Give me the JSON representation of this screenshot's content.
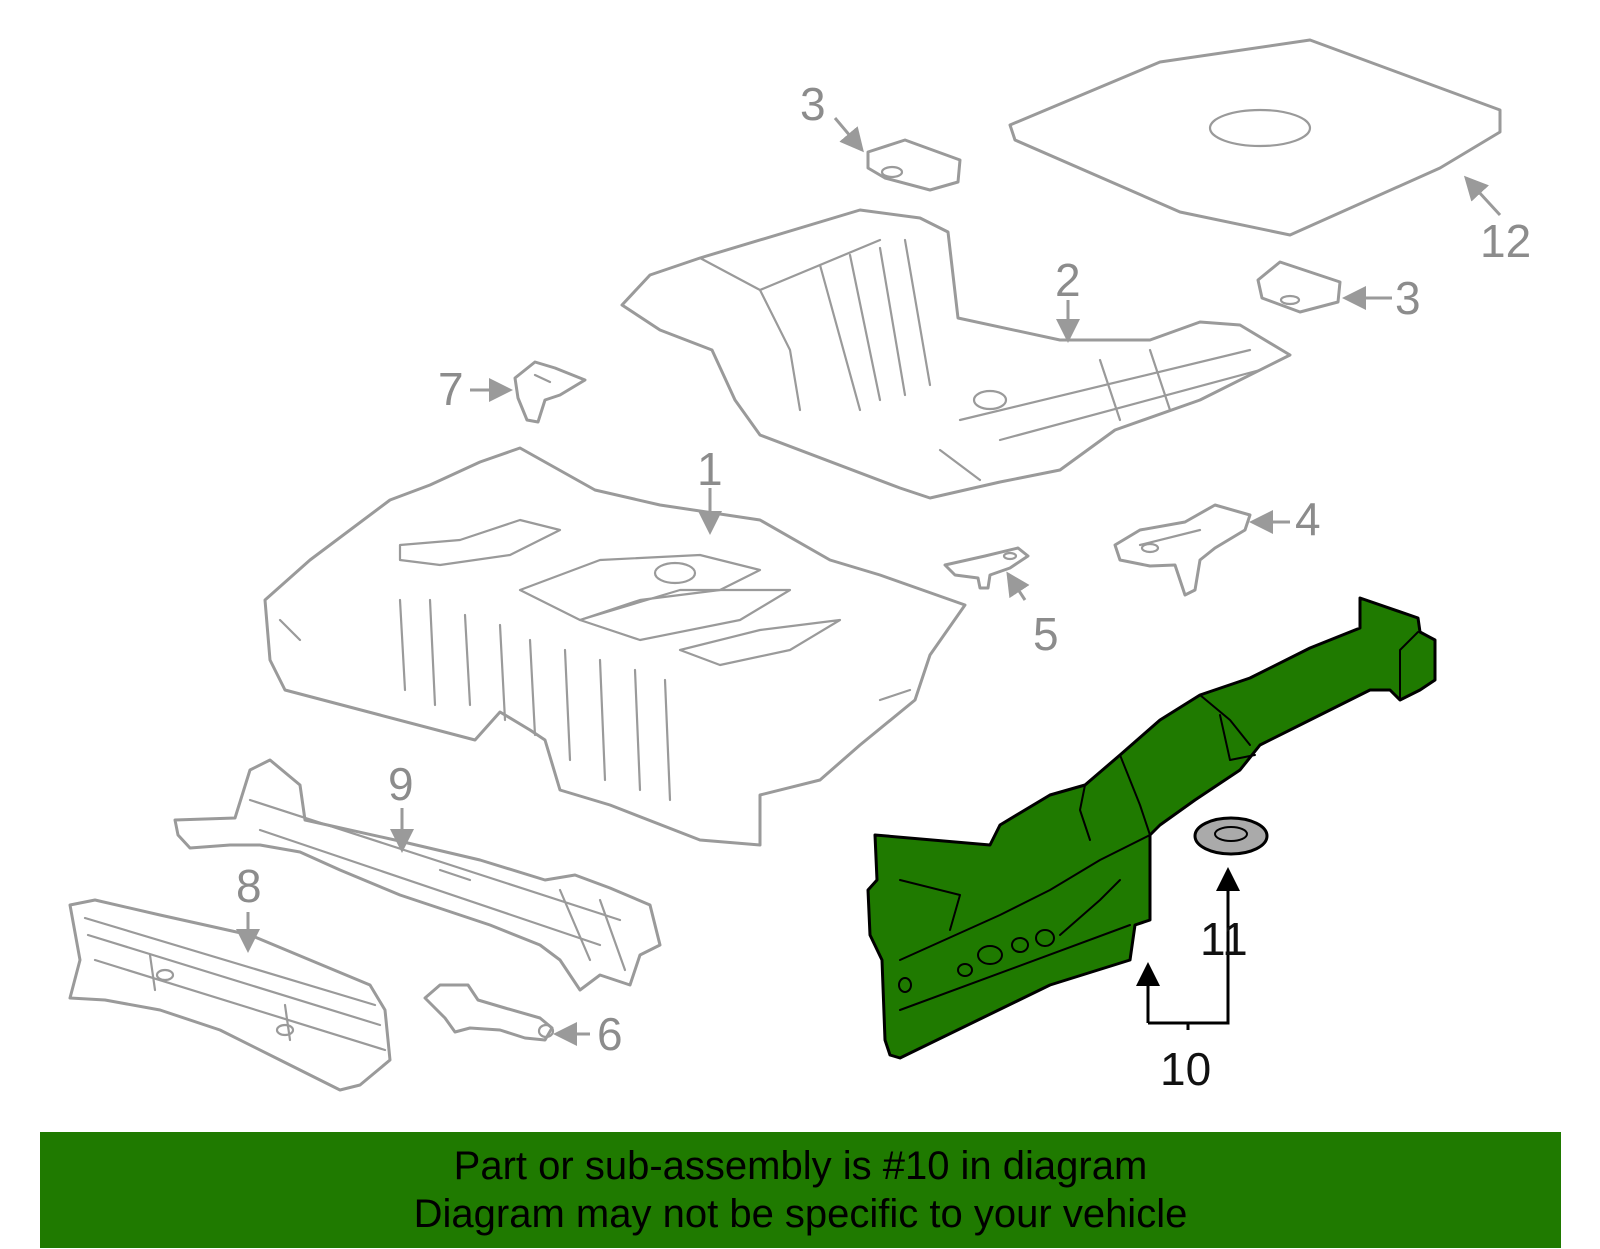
{
  "callouts": {
    "c1": "1",
    "c2": "2",
    "c3a": "3",
    "c3b": "3",
    "c4": "4",
    "c5": "5",
    "c6": "6",
    "c7": "7",
    "c8": "8",
    "c9": "9",
    "c10": "10",
    "c11": "11",
    "c12": "12"
  },
  "banner": {
    "line1": "Part or sub-assembly is #10 in diagram",
    "line2": "Diagram may not be specific to your vehicle"
  },
  "colors": {
    "highlight": "#1f7a00",
    "outline": "#9a9a9a",
    "banner": "#1f7a00"
  }
}
